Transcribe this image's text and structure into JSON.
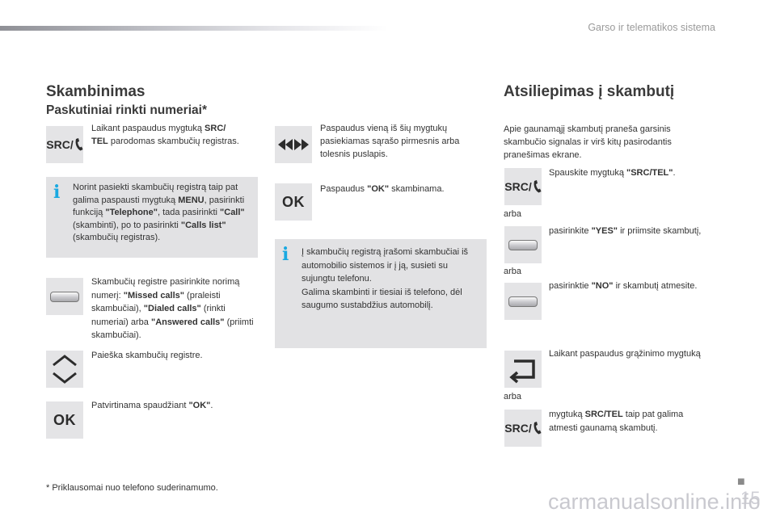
{
  "header": {
    "title": "Garso ir telematikos sistema"
  },
  "left": {
    "heading": "Skambinimas",
    "subheading": "Paskutiniai rinkti numeriai*",
    "item_src": {
      "icon_label": "SRC/",
      "t1": "Laikant paspaudus mygtuką ",
      "b1": "SRC/",
      "t2": "TEL",
      "t3": " parodomas skambučių registras."
    },
    "info": {
      "t1": "Norint pasiekti skambučių registrą taip pat galima paspausti mygtuką ",
      "b1": "MENU",
      "t2": ", pasirinkti funkciją ",
      "b2": "\"Telephone\"",
      "t3": ", tada pasirinkti ",
      "b3": "\"Call\"",
      "t4": " (skambinti), po to pasirinkti ",
      "b4": "\"Calls list\"",
      "t5": " (skambučių registras)."
    },
    "item_select": {
      "t1": "Skambučių registre pasirinkite norimą numerį: ",
      "b1": "\"Missed calls\"",
      "t2": " (praleisti skambučiai), ",
      "b2": "\"Dialed calls\"",
      "t3": " (rinkti numeriai) arba ",
      "b3": "\"Answered calls\"",
      "t4": " (priimti skambučiai)."
    },
    "item_search": {
      "text": "Paieška skambučių registre."
    },
    "item_ok": {
      "icon_label": "OK",
      "t1": "Patvirtinama spaudžiant ",
      "b1": "\"OK\"",
      "t2": "."
    },
    "footnote": "* Priklausomai nuo telefono suderinamumo."
  },
  "middle": {
    "item_scroll": {
      "text": "Paspaudus vieną iš šių mygtukų pasiekiamas sąrašo pirmesnis arba tolesnis puslapis."
    },
    "item_ok": {
      "icon_label": "OK",
      "t1": "Paspaudus ",
      "b1": "\"OK\"",
      "t2": " skambinama."
    },
    "info": {
      "p1": "Į skambučių registrą įrašomi skambučiai iš automobilio sistemos ir į ją, susieti su sujungtu telefonu.",
      "p2": "Galima skambinti ir tiesiai iš telefono, dėl saugumo sustabdžius automobilį."
    }
  },
  "right": {
    "heading": "Atsiliepimas į skambutį",
    "intro": "Apie gaunamąjį skambutį praneša garsinis skambučio signalas ir virš kitų pasirodantis pranešimas ekrane.",
    "item_src": {
      "icon_label": "SRC/",
      "t1": "Spauskite mygtuką ",
      "b1": "\"SRC/TEL\"",
      "t2": "."
    },
    "or1": "arba",
    "item_yes": {
      "t1": "pasirinkite ",
      "b1": "\"YES\"",
      "t2": " ir priimsite skambutį,"
    },
    "or2": "arba",
    "item_no": {
      "t1": "pasirinktie ",
      "b1": "\"NO\"",
      "t2": " ir skambutį atmesite."
    },
    "item_back": {
      "text": "Laikant paspaudus grąžinimo mygtuką"
    },
    "or3": "arba",
    "item_src2": {
      "icon_label": "SRC/",
      "t1": "mygtuką ",
      "b1": "SRC/TEL",
      "t2": " taip pat galima atmesti gaunamą skambutį."
    }
  },
  "page_number": "15",
  "page_dots": "■",
  "watermark": "carmanualsonline.info",
  "colors": {
    "info_icon": "#1aa9e1",
    "icon_box": "#e4e4e6",
    "info_box": "#e2e2e4"
  }
}
